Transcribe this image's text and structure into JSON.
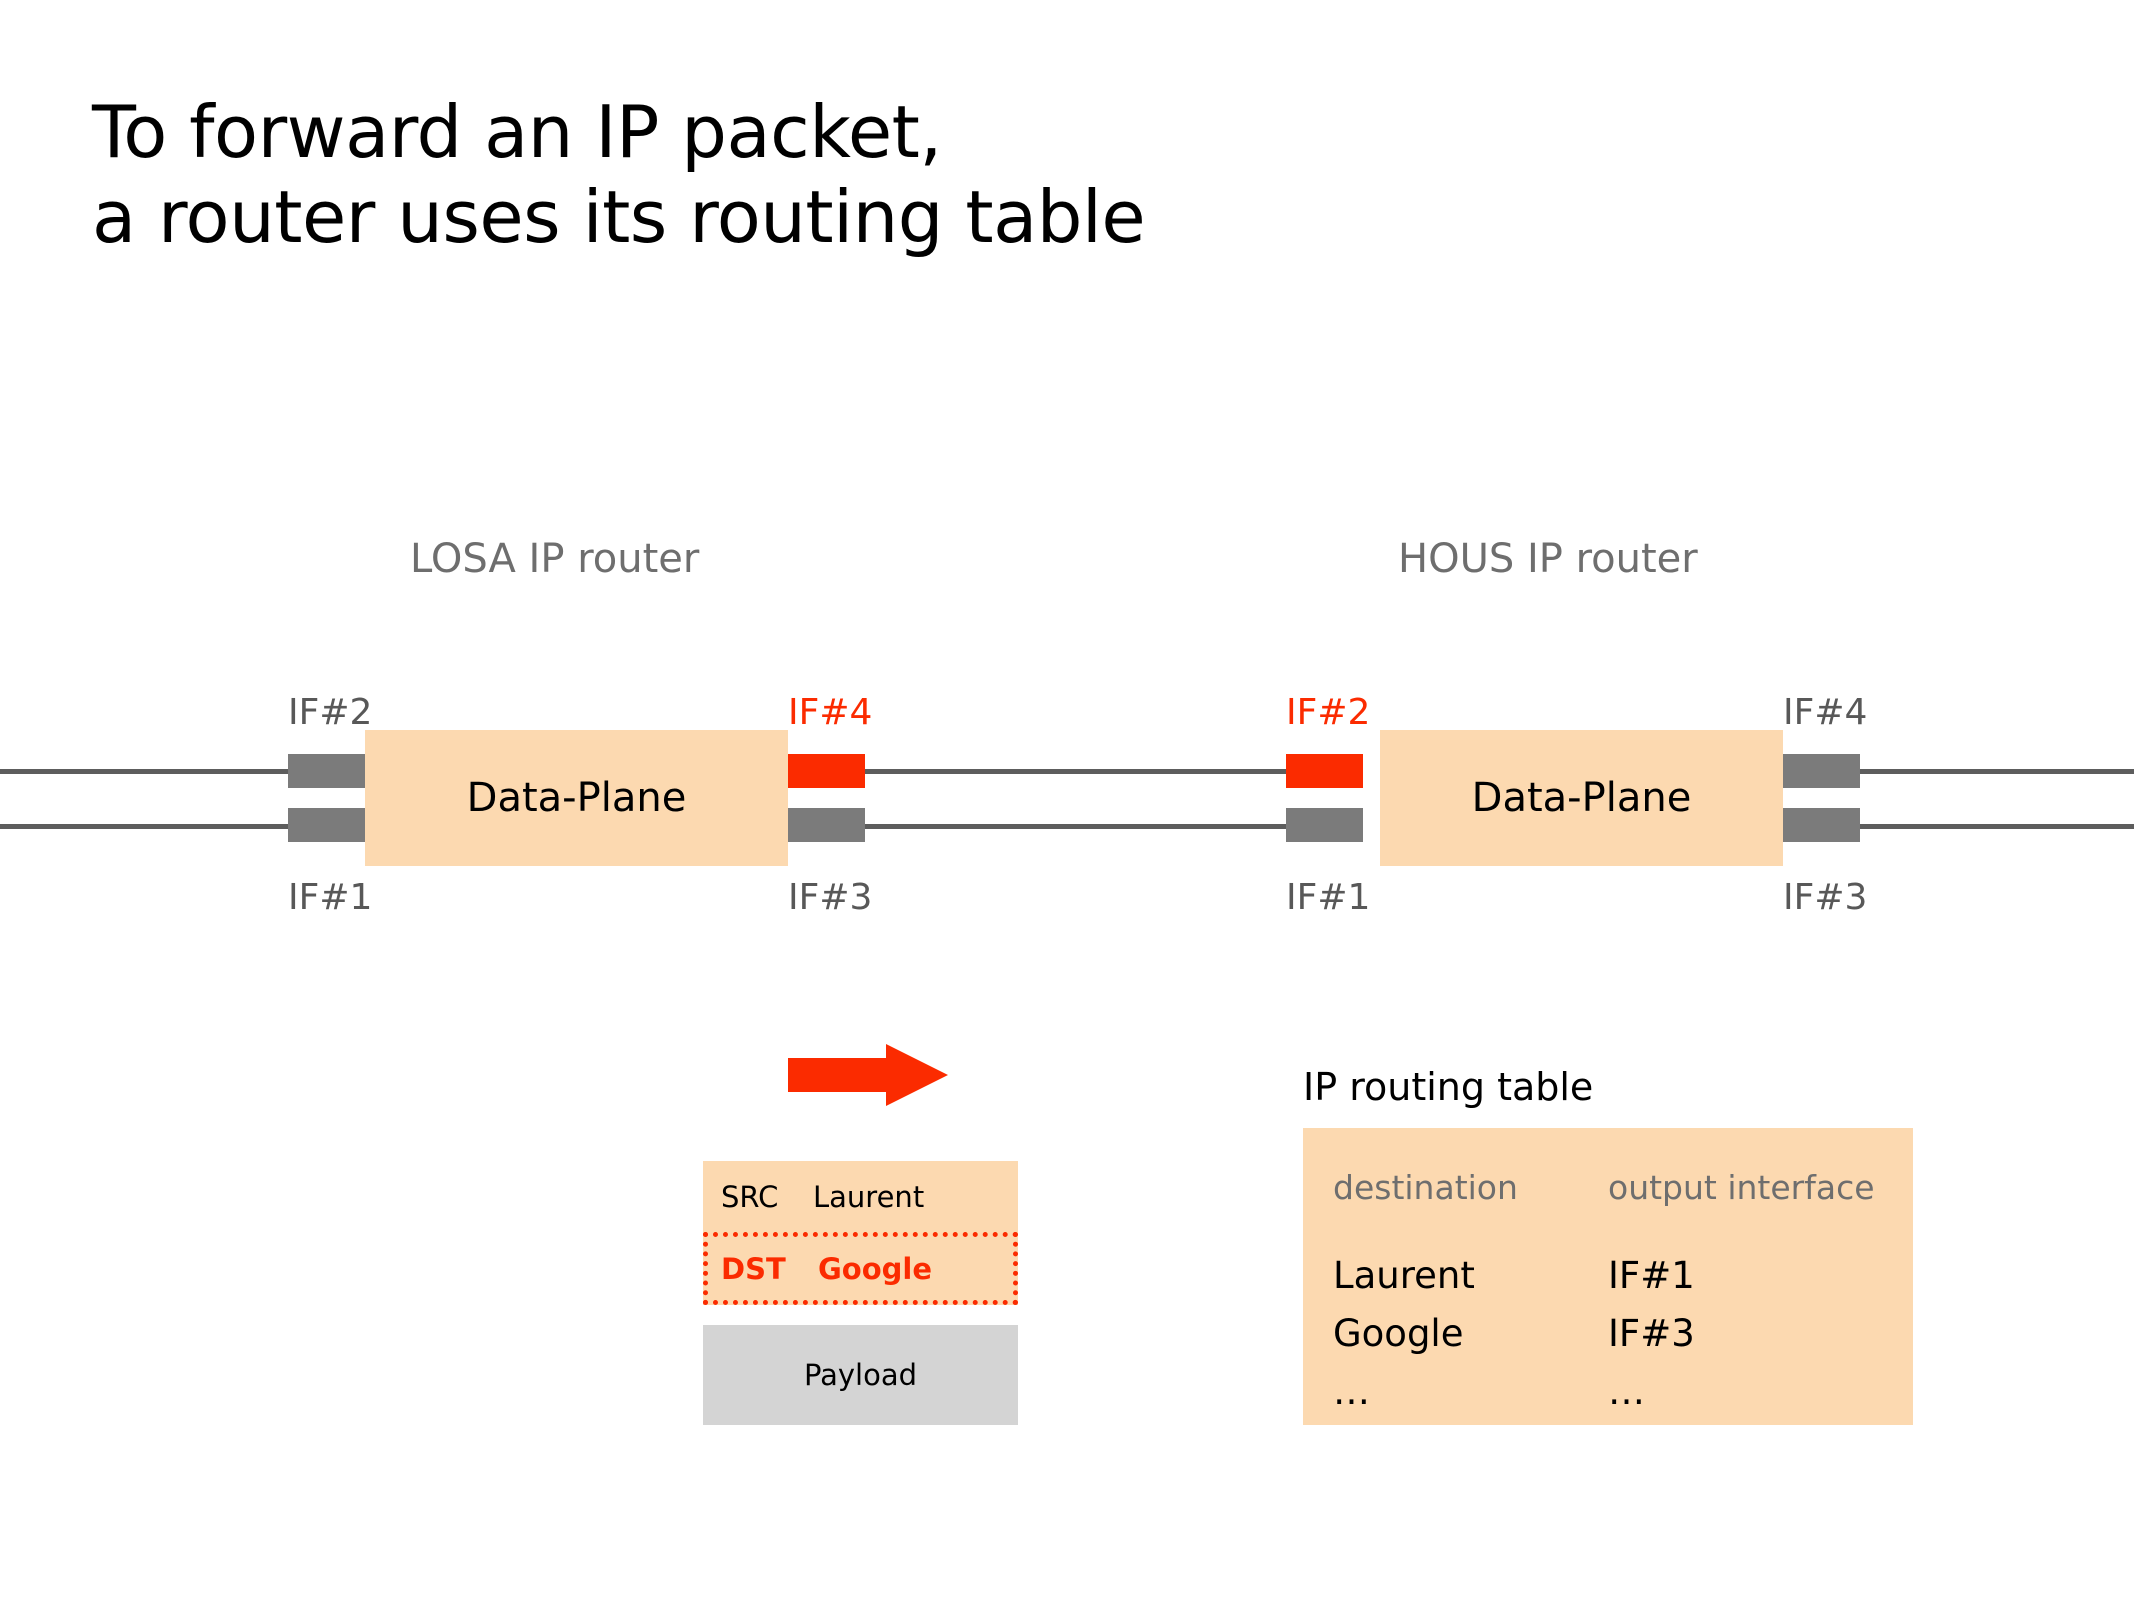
{
  "slide": {
    "title": "To forward an IP packet,\na router uses its routing table",
    "background_color": "#ffffff"
  },
  "colors": {
    "accent_orange": "#fcd9b0",
    "highlight_red": "#fb2b00",
    "interface_gray": "#7b7b7b",
    "wire_gray": "#5d5d5d",
    "payload_gray": "#d4d4d4",
    "caption_gray": "#6e6e6e",
    "label_gray": "#585858"
  },
  "routers": [
    {
      "caption": "LOSA IP router",
      "body_label": "Data-Plane",
      "left_interfaces": [
        {
          "label": "IF#2",
          "position": "top",
          "highlighted": false
        },
        {
          "label": "IF#1",
          "position": "bottom",
          "highlighted": false
        }
      ],
      "right_interfaces": [
        {
          "label": "IF#4",
          "position": "top",
          "highlighted": true
        },
        {
          "label": "IF#3",
          "position": "bottom",
          "highlighted": false
        }
      ]
    },
    {
      "caption": "HOUS IP router",
      "body_label": "Data-Plane",
      "left_interfaces": [
        {
          "label": "IF#2",
          "position": "top",
          "highlighted": true
        },
        {
          "label": "IF#1",
          "position": "bottom",
          "highlighted": false
        }
      ],
      "right_interfaces": [
        {
          "label": "IF#4",
          "position": "top",
          "highlighted": false
        },
        {
          "label": "IF#3",
          "position": "bottom",
          "highlighted": false
        }
      ]
    }
  ],
  "arrow": {
    "direction": "right",
    "color": "#fb2b00"
  },
  "packet": {
    "src": {
      "key": "SRC",
      "value": "Laurent",
      "highlighted": false
    },
    "dst": {
      "key": "DST",
      "value": "Google",
      "highlighted": true
    },
    "payload": {
      "label": "Payload"
    }
  },
  "routing_table": {
    "title": "IP routing table",
    "headers": [
      "destination",
      "output interface"
    ],
    "rows": [
      [
        "Laurent",
        "IF#1"
      ],
      [
        "Google",
        "IF#3"
      ],
      [
        "…",
        "…"
      ]
    ]
  }
}
